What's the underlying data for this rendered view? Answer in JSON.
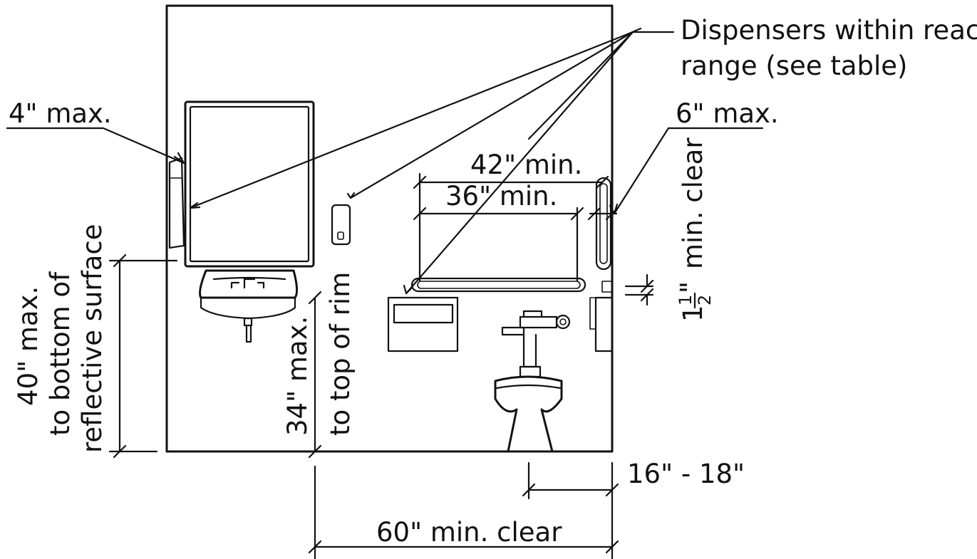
{
  "labels": {
    "dispensers_line1": "Dispensers within reach",
    "dispensers_line2": "range (see table)",
    "four_max": "4\" max.",
    "six_max": "6\" max.",
    "forty_two_min": "42\" min.",
    "thirty_six_min": "36\" min.",
    "forty_max": "40\" max.",
    "to_bottom_of": "to bottom of",
    "reflective_surface": "reflective surface",
    "thirty_four_max": "34\" max.",
    "to_top_of_rim": "to top of rim",
    "min_clear_vertical": "min. clear",
    "one_and_half_whole": "1",
    "one_and_half_num": "1",
    "one_and_half_den": "2",
    "one_and_half_inch": "\"",
    "sixteen_eighteen": "16\" - 18\"",
    "sixty_min_clear": "60\" min. clear"
  }
}
